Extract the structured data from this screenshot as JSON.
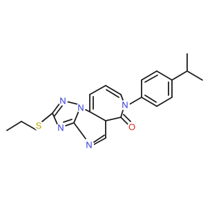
{
  "molecule": {
    "atoms": [
      {
        "id": "S1",
        "label": "S",
        "color": "#b8a000"
      },
      {
        "id": "N1",
        "label": "N",
        "color": "#2b35d6"
      },
      {
        "id": "N2",
        "label": "N",
        "color": "#2b35d6"
      },
      {
        "id": "N3",
        "label": "N",
        "color": "#2b35d6"
      },
      {
        "id": "N4",
        "label": "N",
        "color": "#2b35d6"
      },
      {
        "id": "N5",
        "label": "N",
        "color": "#2b35d6"
      },
      {
        "id": "O1",
        "label": "O",
        "color": "#e0261a"
      }
    ],
    "bond_color": "#1a1a1a"
  }
}
